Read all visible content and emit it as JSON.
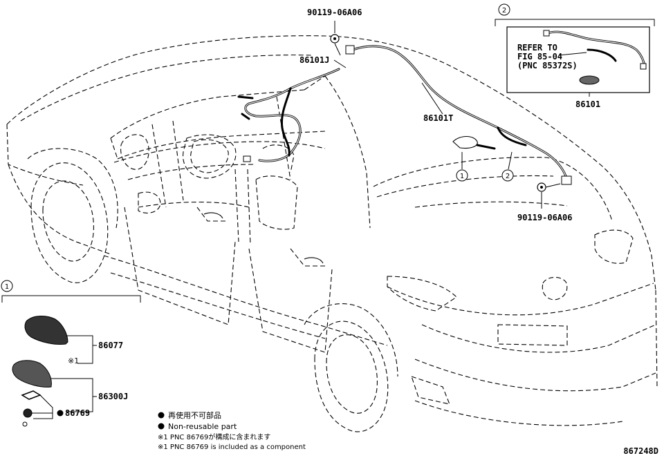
{
  "labels": {
    "bolt_top": "90119-06A06",
    "harness_j": "86101J",
    "harness_t": "86101T",
    "bolt_rear": "90119-06A06",
    "inset2_part": "86101",
    "antenna_cover": "86077",
    "antenna_assy": "86300J",
    "gasket": "86769",
    "ref_mark": "※1"
  },
  "callouts": {
    "one": "1",
    "two": "2"
  },
  "refer": {
    "line1": "REFER TO",
    "line2": "FIG 85-04",
    "line3": "(PNC 85372S)"
  },
  "legend": {
    "l1": "再使用不可部品",
    "l2": "Non-reusable part",
    "l3": "※1 PNC 86769が構成に含まれます",
    "l4": "※1 PNC 86769 is included as a component"
  },
  "diagram_id": "867248D"
}
